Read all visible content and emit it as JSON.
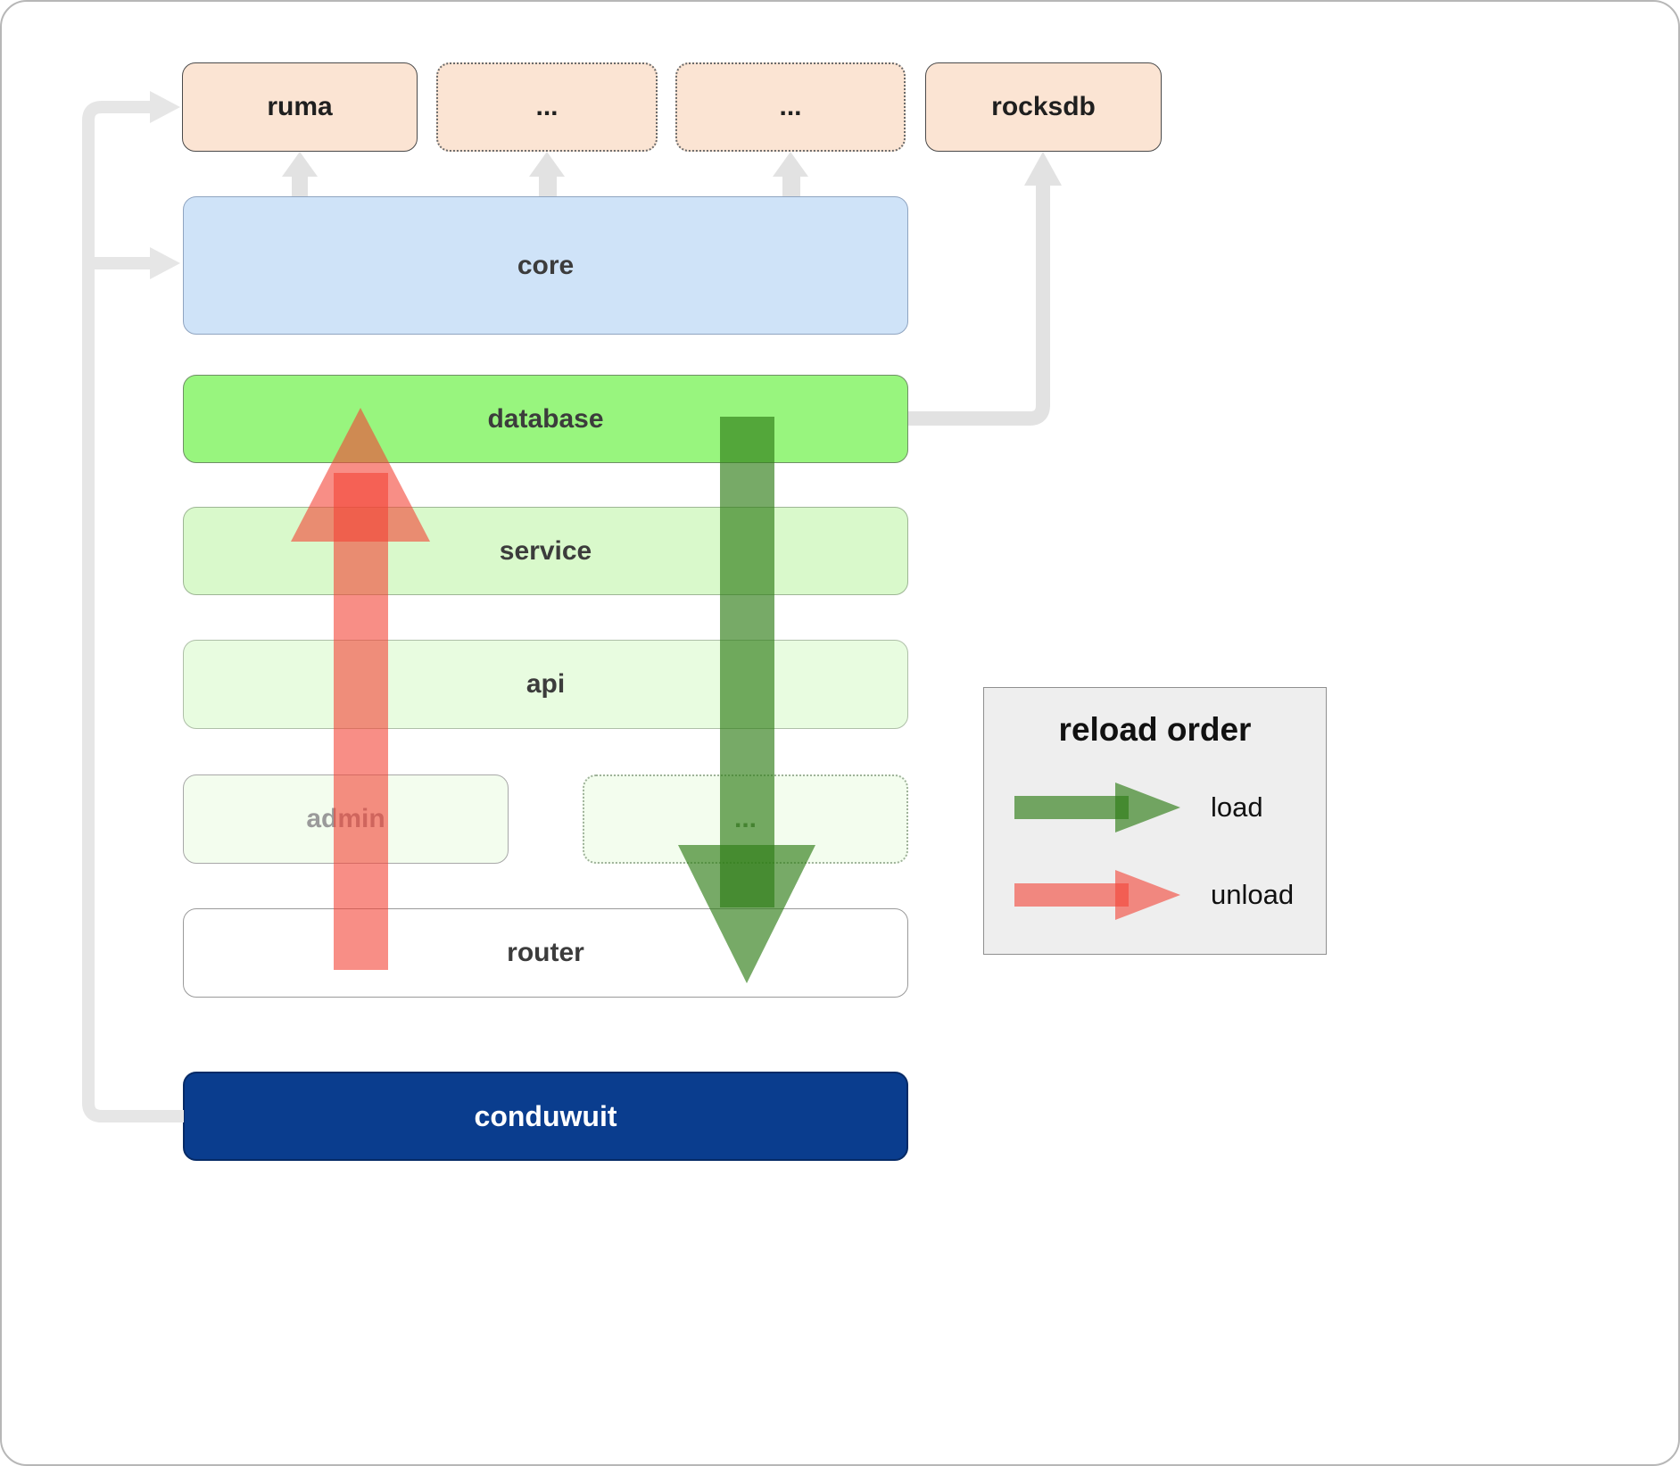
{
  "boxes": {
    "ruma": "ruma",
    "dots1": "...",
    "dots2": "...",
    "rocksdb": "rocksdb",
    "core": "core",
    "database": "database",
    "service": "service",
    "api": "api",
    "admin": "admin",
    "dots3": "...",
    "router": "router",
    "conduwuit": "conduwuit"
  },
  "legend": {
    "title": "reload order",
    "load_label": "load",
    "unload_label": "unload"
  },
  "colors": {
    "external_box": "#fbe4d3",
    "core": "#cfe3f8",
    "database": "#98f57e",
    "service": "#d9f9cb",
    "api": "#e8fce0",
    "faded_green": "#f3fdee",
    "conduwuit": "#0a3d8e",
    "load_arrow_green": "#2e7d16",
    "unload_arrow_red": "#f44336",
    "connector_gray": "#e4e4e4"
  }
}
